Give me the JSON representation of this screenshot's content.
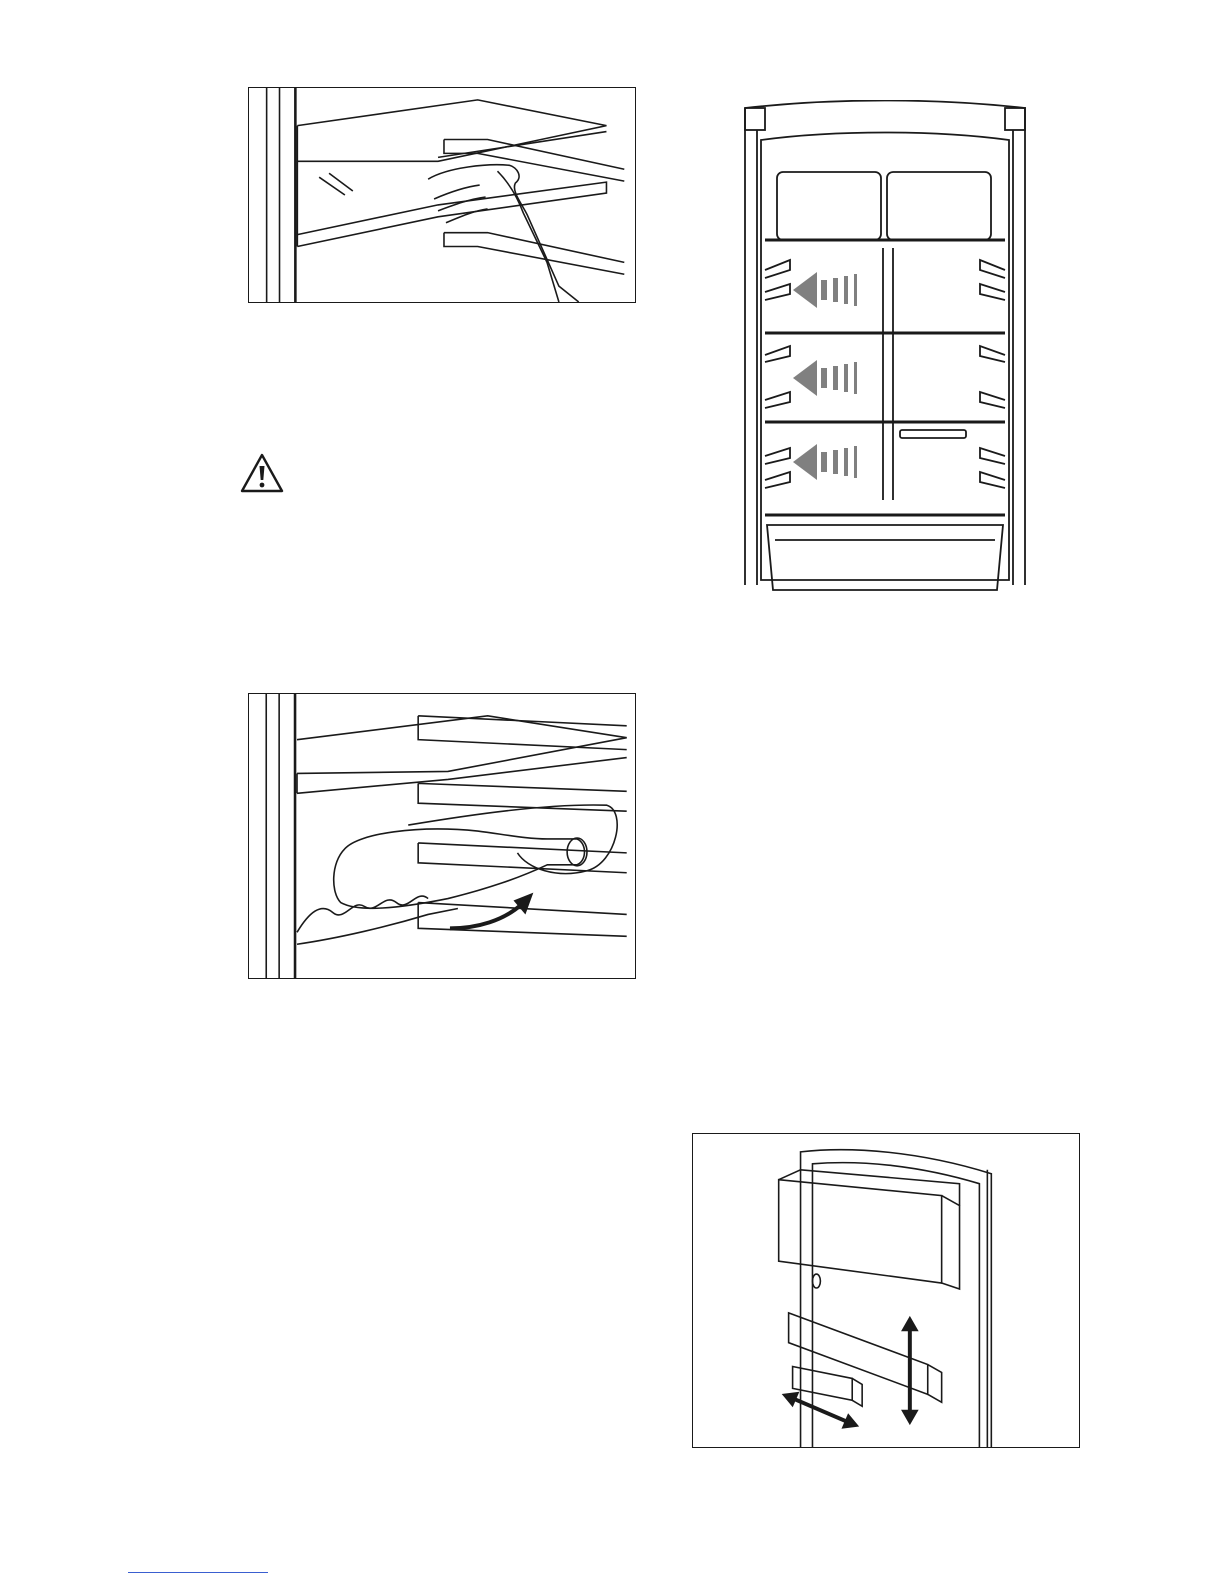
{
  "page": {
    "figures": [
      {
        "name": "remove-glass-shelf",
        "icon": "hand-icon"
      },
      {
        "name": "fridge-interior-airflow",
        "icon": "arrow-left-icon"
      },
      {
        "name": "bottle-rack",
        "icon": "curved-arrow-icon"
      },
      {
        "name": "door-balcony-adjust",
        "icon": "double-arrow-icon"
      }
    ],
    "warning_icon": "warning-triangle-icon",
    "footer_link_icon": "link-underline"
  },
  "colors": {
    "line": "#1a1a1a",
    "arrow_gray": "#808080",
    "link_blue": "#3a5fd0",
    "background": "#ffffff"
  }
}
